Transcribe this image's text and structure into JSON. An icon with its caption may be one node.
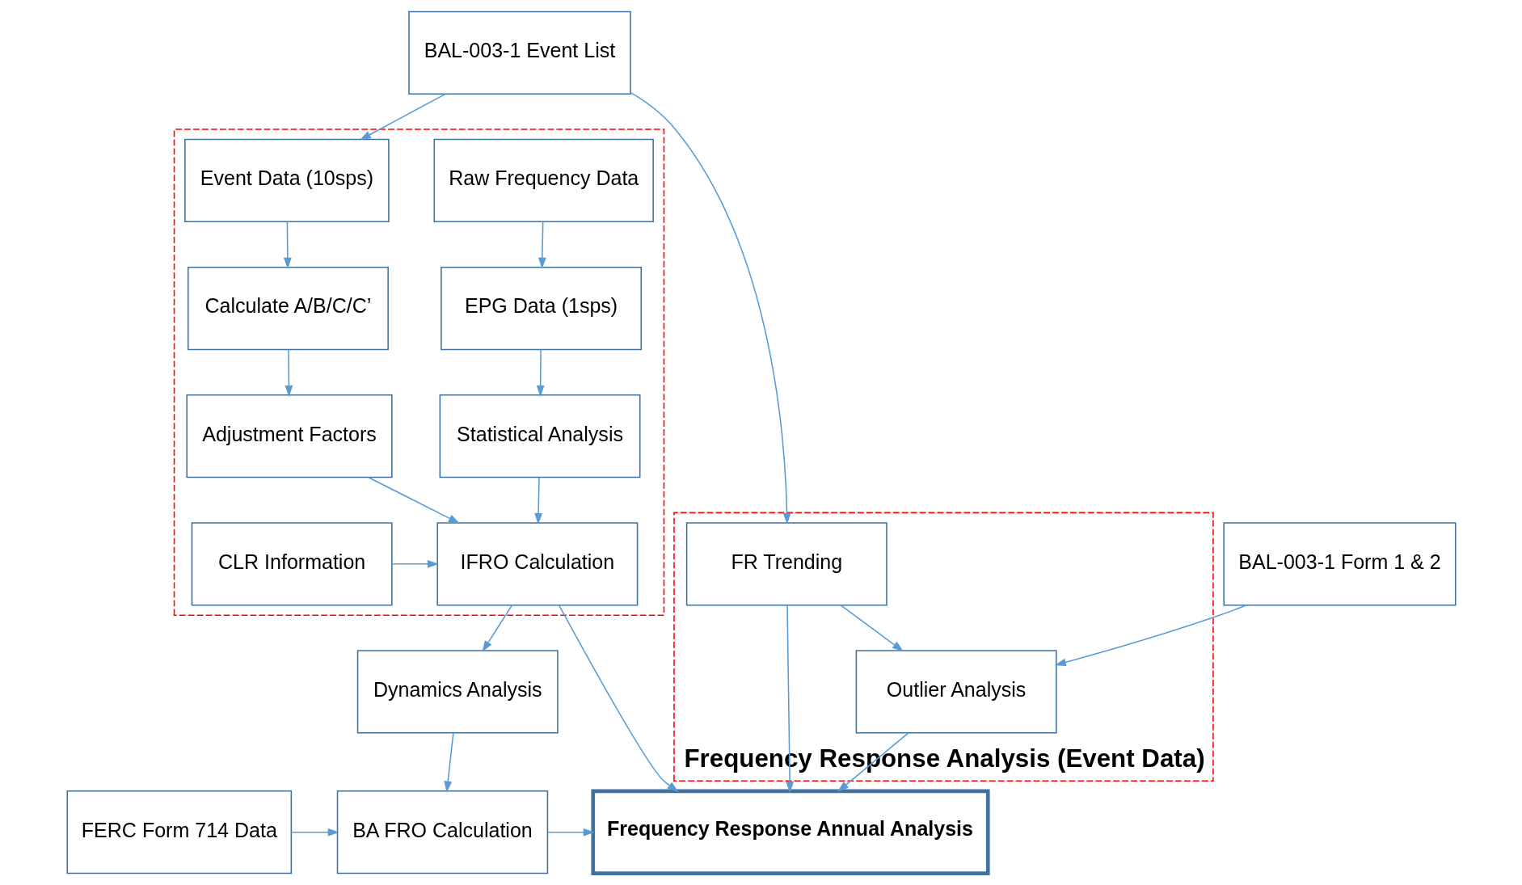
{
  "diagram": {
    "nodes": [
      {
        "text": [],
        "shape": "box"
      },
      {
        "text": [
          "Raw Frequency Data"
        ],
        "in": 0
      },
      {
        "text": [
          "Event Data (10sps)"
        ],
        "in": 0
      },
      {
        "text": [
          "BAL-003-1 Event List"
        ]
      },
      {
        "text": [
          "Frequency Response Analysis (Event Data)"
        ]
      },
      {
        "text": [
          "EPG Data (1sps)"
        ],
        "in": 0
      },
      {
        "text": [
          "Calculate A/B/C/C’"
        ],
        "in": 0
      },
      {
        "text": [
          "FR Trending"
        ],
        "in": 4
      },
      {
        "text": [
          "Statistical Analysis"
        ],
        "in": 0
      },
      {
        "text": [
          "Adjustment Factors"
        ],
        "in": 0
      },
      {
        "text": [
          "CLR Information"
        ],
        "in": 0
      },
      {
        "text": [
          "IFRO Calculation"
        ],
        "in": 0
      },
      {
        "text": [
          "Outlier Analysis"
        ],
        "in": 4
      },
      {
        "text": [
          "BAL-003-1 Form 1 & 2"
        ]
      },
      {
        "text": [
          "Dynamics Analysis"
        ]
      },
      {
        "text": [
          "FERC Form 714 Data"
        ]
      },
      {
        "text": [
          "BA FRO Calculation"
        ]
      },
      {
        "text": [
          "Frequency Response Annual Analysis"
        ]
      }
    ],
    "edges": [
      {
        "from": 3,
        "to": 2,
        "arrow": "to"
      },
      {
        "from": 3,
        "to": 7,
        "arrow": "to"
      },
      {
        "from": 1,
        "to": 5,
        "arrow": "to"
      },
      {
        "from": 2,
        "to": 6,
        "arrow": "to"
      },
      {
        "from": 5,
        "to": 8,
        "arrow": "to"
      },
      {
        "from": 6,
        "to": 9,
        "arrow": "to"
      },
      {
        "from": 8,
        "to": 11,
        "arrow": "to"
      },
      {
        "from": 9,
        "to": 11,
        "arrow": "to"
      },
      {
        "from": 10,
        "to": 11,
        "arrow": "to"
      },
      {
        "from": 11,
        "to": 14,
        "arrow": "to"
      },
      {
        "from": 11,
        "to": 17,
        "arrow": "to"
      },
      {
        "from": 7,
        "to": 12,
        "arrow": "to"
      },
      {
        "from": 7,
        "to": 17,
        "arrow": "to"
      },
      {
        "from": 13,
        "to": 12,
        "arrow": "to"
      },
      {
        "from": 14,
        "to": 16,
        "arrow": "to"
      },
      {
        "from": 15,
        "to": 16,
        "arrow": "to"
      },
      {
        "from": 16,
        "to": 17,
        "arrow": "to"
      },
      {
        "from": 12,
        "to": 17,
        "arrow": "to"
      }
    ]
  }
}
